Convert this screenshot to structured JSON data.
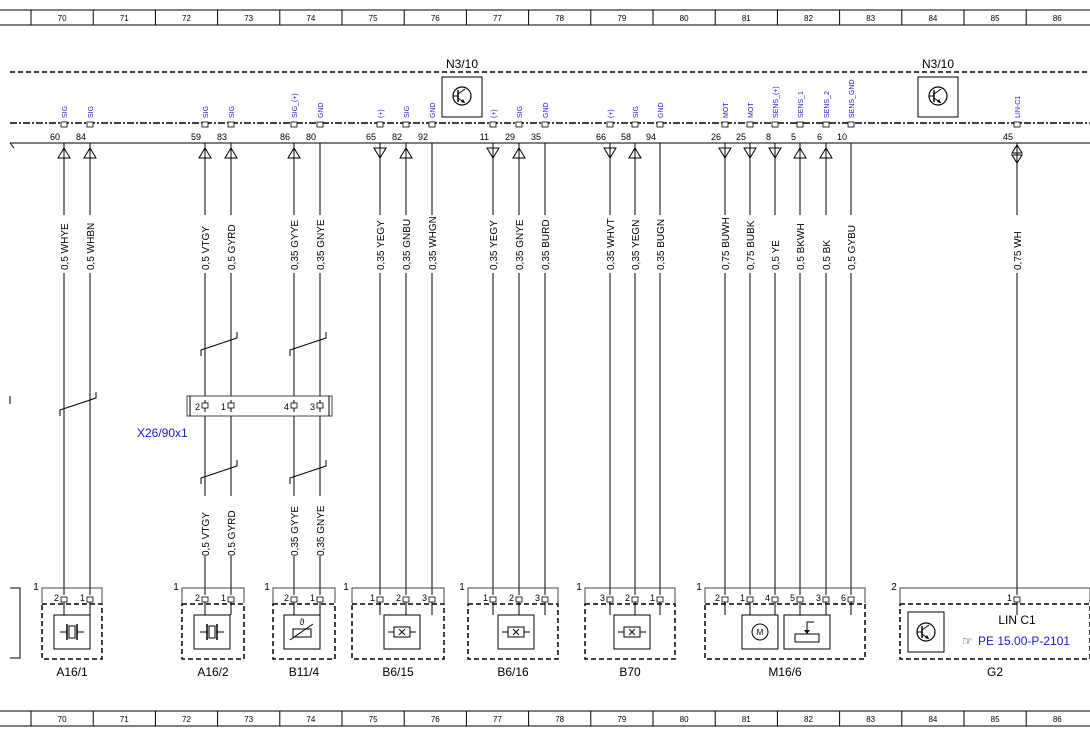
{
  "ruler": [
    "70",
    "71",
    "72",
    "73",
    "74",
    "75",
    "76",
    "77",
    "78",
    "79",
    "80",
    "81",
    "82",
    "83",
    "84",
    "85",
    "86"
  ],
  "modules": [
    {
      "name": "N3/10",
      "kind": "transistor"
    },
    {
      "name": "N3/10",
      "kind": "transistor"
    }
  ],
  "wires": [
    {
      "pin": "60",
      "sig": "SIG",
      "dir": "up",
      "label": "0,5 WHYE"
    },
    {
      "pin": "84",
      "sig": "SIG",
      "dir": "up",
      "label": "0,5 WHBN"
    },
    {
      "pin": "59",
      "sig": "SIG",
      "dir": "up",
      "label": "0,5 VTGY",
      "lower": "0,5 VTGY"
    },
    {
      "pin": "83",
      "sig": "SIG",
      "dir": "up",
      "label": "0,5 GYRD",
      "lower": "0,5 GYRD"
    },
    {
      "pin": "86",
      "sig": "SIG_(+)",
      "dir": "up",
      "label": "0,35 GYYE",
      "lower": "0,35 GYYE"
    },
    {
      "pin": "80",
      "sig": "GND",
      "dir": "none",
      "label": "0,35 GNYE",
      "lower": "0,35 GNYE"
    },
    {
      "pin": "65",
      "sig": "(+)",
      "dir": "down",
      "label": "0,35 YEGY"
    },
    {
      "pin": "82",
      "sig": "SIG",
      "dir": "up",
      "label": "0,35 GNBU"
    },
    {
      "pin": "92",
      "sig": "GND",
      "dir": "none",
      "label": "0,35 WHGN"
    },
    {
      "pin": "11",
      "sig": "(+)",
      "dir": "down",
      "label": "0,35 YEGY"
    },
    {
      "pin": "29",
      "sig": "SIG",
      "dir": "up",
      "label": "0,35 GNYE"
    },
    {
      "pin": "35",
      "sig": "GND",
      "dir": "none",
      "label": "0,35 BURD"
    },
    {
      "pin": "66",
      "sig": "(+)",
      "dir": "down",
      "label": "0,35 WHVT"
    },
    {
      "pin": "58",
      "sig": "SIG",
      "dir": "up",
      "label": "0,35 YEGN"
    },
    {
      "pin": "94",
      "sig": "GND",
      "dir": "none",
      "label": "0,35 BUGN"
    },
    {
      "pin": "26",
      "sig": "MOT",
      "dir": "down",
      "label": "0,75 BUWH"
    },
    {
      "pin": "25",
      "sig": "MOT",
      "dir": "down",
      "label": "0,75 BUBK"
    },
    {
      "pin": "8",
      "sig": "SENS_(+)",
      "dir": "down",
      "label": "0,5 YE"
    },
    {
      "pin": "5",
      "sig": "SENS_1",
      "dir": "up",
      "label": "0,5 BKWH"
    },
    {
      "pin": "6",
      "sig": "SENS_2",
      "dir": "up",
      "label": "0,5 BK"
    },
    {
      "pin": "10",
      "sig": "SENS_GND",
      "dir": "none",
      "label": "0,5 GYBU"
    },
    {
      "pin": "45",
      "sig": "LIN-C1",
      "dir": "both",
      "label": "0,75 WH"
    }
  ],
  "connector_x26": {
    "name": "X26/90x1",
    "pins": [
      "2",
      "1",
      "4",
      "3"
    ]
  },
  "components": [
    {
      "name": "A16/1",
      "conn": "1",
      "pins": [
        "2",
        "1"
      ],
      "symbol": "piezo"
    },
    {
      "name": "A16/2",
      "conn": "1",
      "pins": [
        "2",
        "1"
      ],
      "symbol": "piezo"
    },
    {
      "name": "B11/4",
      "conn": "1",
      "pins": [
        "2",
        "1"
      ],
      "symbol": "temp-sensor"
    },
    {
      "name": "B6/15",
      "conn": "1",
      "pins": [
        "1",
        "2",
        "3"
      ],
      "symbol": "hall-sensor"
    },
    {
      "name": "B6/16",
      "conn": "1",
      "pins": [
        "1",
        "2",
        "3"
      ],
      "symbol": "hall-sensor"
    },
    {
      "name": "B70",
      "conn": "1",
      "pins": [
        "3",
        "2",
        "1"
      ],
      "symbol": "hall-sensor"
    },
    {
      "name": "M16/6",
      "conn": "1",
      "pins": [
        "2",
        "1",
        "4",
        "5",
        "3",
        "6"
      ],
      "symbol": "motor-pot"
    },
    {
      "name": "G2",
      "conn": "2",
      "pins": [
        "1"
      ],
      "symbol": "transistor",
      "lin": "LIN C1",
      "ref": "PE 15.00-P-2101"
    }
  ],
  "colors": {
    "line": "#000000",
    "link": "#1a1acc",
    "frame": "#444444"
  }
}
